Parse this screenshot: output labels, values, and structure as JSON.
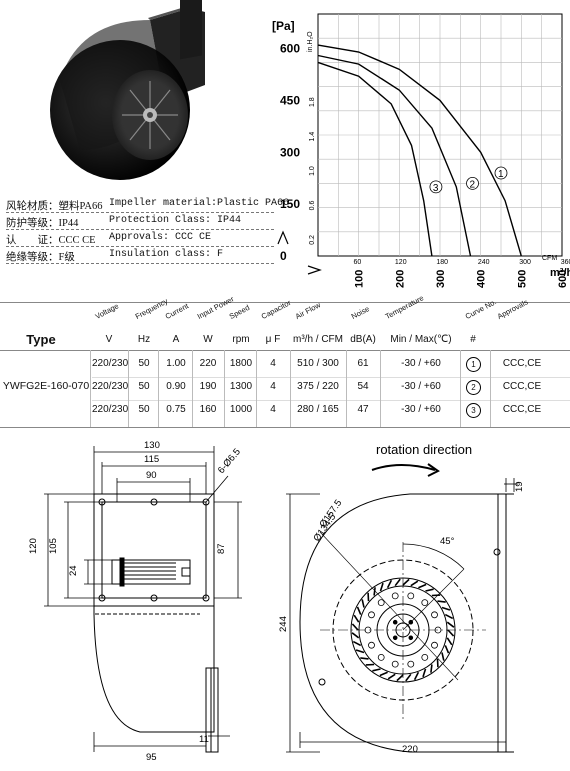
{
  "specs": [
    {
      "zh": "风轮材质：塑料PA66",
      "en": "Impeller material:Plastic PA66"
    },
    {
      "zh": "防护等级：IP44",
      "en": "Protection Class: IP44"
    },
    {
      "zh": "认　　证：CCC CE",
      "en": "Approvals: CCC  CE"
    },
    {
      "zh": "绝缘等级：F级",
      "en": "Insulation class: F"
    }
  ],
  "chart": {
    "unit_pa": "[Pa]",
    "unit_inh2o": "in.H₂O",
    "y_pa_ticks": [
      "600",
      "450",
      "300",
      "150",
      "0"
    ],
    "y_inh2o_ticks": [
      "1.8",
      "1.4",
      "1.0",
      "0.6",
      "0.2"
    ],
    "x_cfm_ticks": [
      "60",
      "120",
      "180",
      "240",
      "300",
      "360"
    ],
    "x_cfm_unit": "CFM",
    "x_m3h_ticks": [
      "100",
      "200",
      "300",
      "400",
      "500",
      "600"
    ],
    "x_m3h_unit": "m³/h",
    "curve_labels": [
      "①",
      "②",
      "③"
    ]
  },
  "chart_data": {
    "type": "line",
    "title": "",
    "xlabel": "m³/h",
    "ylabel": "[Pa]",
    "xlim": [
      0,
      600
    ],
    "ylim": [
      0,
      700
    ],
    "grid": true,
    "series": [
      {
        "name": "①",
        "x": [
          0,
          100,
          200,
          300,
          400,
          460,
          500
        ],
        "y": [
          610,
          590,
          540,
          450,
          300,
          160,
          0
        ]
      },
      {
        "name": "②",
        "x": [
          0,
          100,
          200,
          280,
          340,
          375
        ],
        "y": [
          580,
          555,
          480,
          370,
          200,
          0
        ]
      },
      {
        "name": "③",
        "x": [
          0,
          100,
          180,
          230,
          260,
          280
        ],
        "y": [
          560,
          520,
          440,
          320,
          160,
          0
        ]
      }
    ]
  },
  "table": {
    "rot_headers": [
      "Voltage",
      "Frequency",
      "Current",
      "Input Power",
      "Speed",
      "Capacitor",
      "Air Flow",
      "Noise",
      "Temperature",
      "Curve No.",
      "Approvals"
    ],
    "type_label": "Type",
    "units": [
      "V",
      "Hz",
      "A",
      "W",
      "rpm",
      "μ F",
      "m³/h / CFM",
      "dB(A)",
      "Min / Max(℃)",
      "#"
    ],
    "model": "YWFG2E-160-070",
    "rows": [
      {
        "v": "220/230",
        "hz": "50",
        "a": "1.00",
        "w": "220",
        "rpm": "1800",
        "uf": "4",
        "flow": "510 / 300",
        "db": "61",
        "temp": "-30 / +60",
        "curve": "1",
        "appr": "CCC,CE"
      },
      {
        "v": "220/230",
        "hz": "50",
        "a": "0.90",
        "w": "190",
        "rpm": "1300",
        "uf": "4",
        "flow": "375 / 220",
        "db": "54",
        "temp": "-30 / +60",
        "curve": "2",
        "appr": "CCC,CE"
      },
      {
        "v": "220/230",
        "hz": "50",
        "a": "0.75",
        "w": "160",
        "rpm": "1000",
        "uf": "4",
        "flow": "280 / 165",
        "db": "47",
        "temp": "-30 / +60",
        "curve": "3",
        "appr": "CCC,CE"
      }
    ]
  },
  "drawing": {
    "dims_left": [
      "130",
      "115",
      "90",
      "6-Ø6.5",
      "120",
      "105",
      "24",
      "87",
      "95",
      "11"
    ],
    "rotation_label": "rotation direction",
    "dims_right": [
      "Ø157.5",
      "Ø134.5",
      "45°",
      "244",
      "220",
      "19"
    ]
  }
}
